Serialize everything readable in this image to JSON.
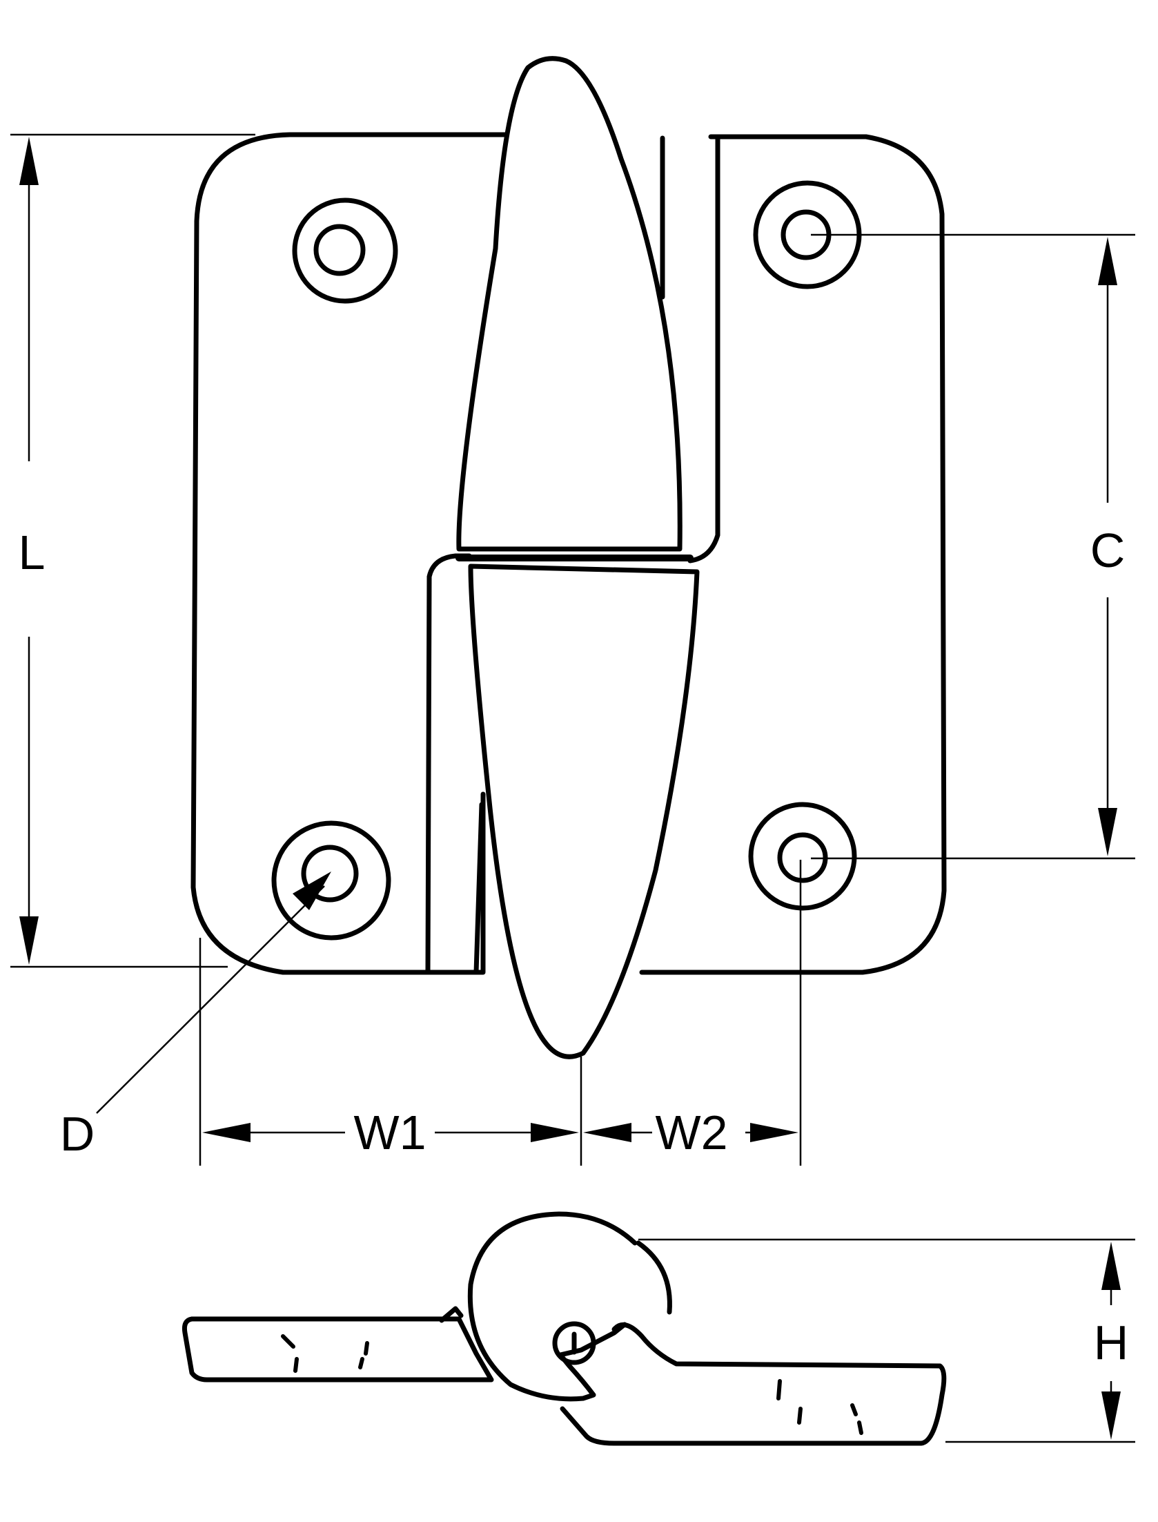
{
  "labels": {
    "length": "L",
    "hole_spacing": "C",
    "hole_diameter": "D",
    "width_1": "W1",
    "width_2": "W2",
    "height": "H"
  },
  "colors": {
    "line": "#000000",
    "background": "#ffffff"
  }
}
